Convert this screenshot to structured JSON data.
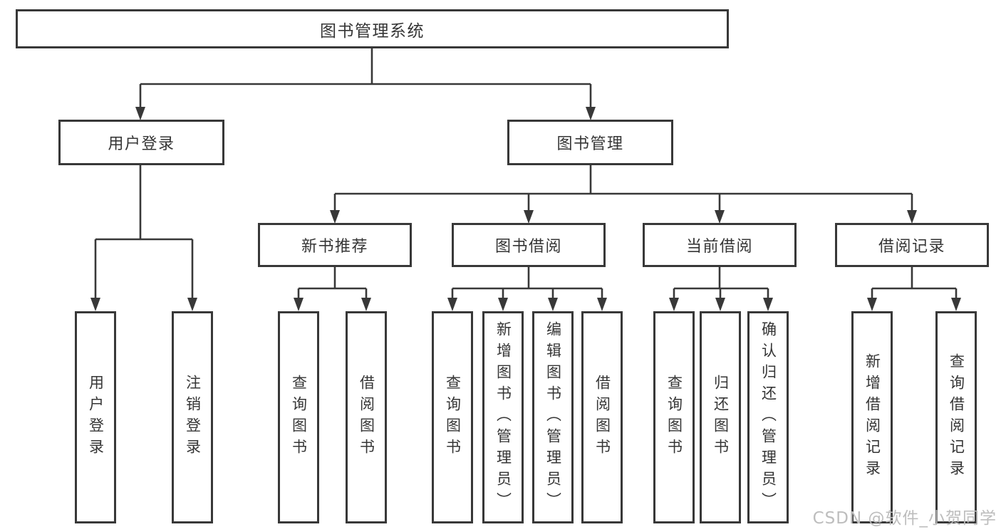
{
  "diagram": {
    "root": {
      "label": "图书管理系统",
      "children": [
        {
          "label": "用户登录",
          "children": [
            {
              "label": "用户登录"
            },
            {
              "label": "注销登录"
            }
          ]
        },
        {
          "label": "图书管理",
          "children": [
            {
              "label": "新书推荐",
              "children": [
                {
                  "label": "查询图书"
                },
                {
                  "label": "借阅图书"
                }
              ]
            },
            {
              "label": "图书借阅",
              "children": [
                {
                  "label": "查询图书"
                },
                {
                  "label": "新增图书（管理员）"
                },
                {
                  "label": "编辑图书（管理员）"
                },
                {
                  "label": "借阅图书"
                }
              ]
            },
            {
              "label": "当前借阅",
              "children": [
                {
                  "label": "查询图书"
                },
                {
                  "label": "归还图书"
                },
                {
                  "label": "确认归还（管理员）"
                }
              ]
            },
            {
              "label": "借阅记录",
              "children": [
                {
                  "label": "新增借阅记录"
                },
                {
                  "label": "查询借阅记录"
                }
              ]
            }
          ]
        }
      ]
    }
  },
  "watermark": {
    "text": "CSDN @软件_小贺同学"
  },
  "colors": {
    "line": "#383838",
    "text": "#353535",
    "watermark": "#bdbdbd",
    "background": "#ffffff"
  }
}
